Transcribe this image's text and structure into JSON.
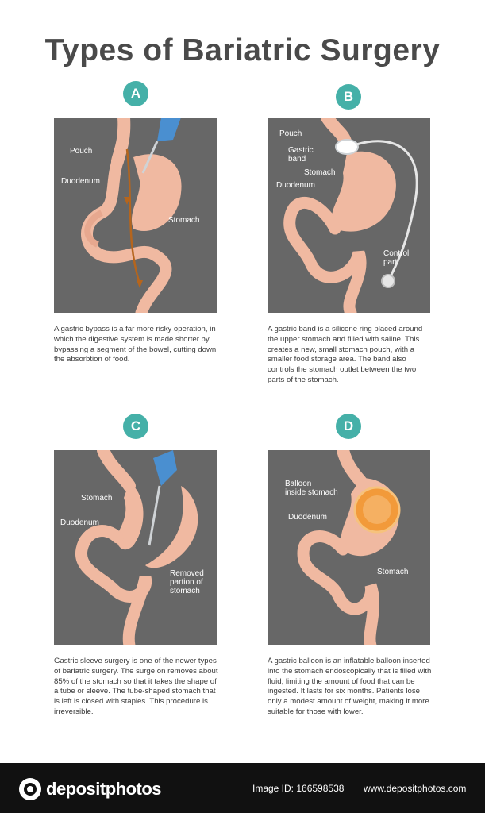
{
  "title": "Types of Bariatric Surgery",
  "colors": {
    "badge": "#45b0a8",
    "panel": "#676767",
    "tissue": "#f0b9a1",
    "glove": "#4a8fd0",
    "balloon": "#f29a3a"
  },
  "panels": [
    {
      "letter": "A",
      "labels": [
        "Pouch",
        "Duodenum",
        "Stomach"
      ],
      "description": "A gastric bypass is a far more risky operation, in which the digestive system is made shorter by bypassing a segment of the bowel, cutting down the absorbtion of food."
    },
    {
      "letter": "B",
      "labels": [
        "Pouch",
        "Gastric\nband",
        "Stomach",
        "Duodenum",
        "Control\npart"
      ],
      "description": "A gastric band is a silicone ring placed around the upper stomach and filled with saline. This creates a new, small stomach pouch, with a smaller food storage area. The band also controls the stomach outlet between the two parts of the stomach."
    },
    {
      "letter": "C",
      "labels": [
        "Stomach",
        "Duodenum",
        "Removed\npartion of\nstomach"
      ],
      "description": "Gastric sleeve surgery is one of the newer types of bariatric surgery. The surge on removes about 85% of the stomach so that it takes the shape of a tube or sleeve. The tube-shaped stomach that is left is closed with staples. This procedure is irreversible."
    },
    {
      "letter": "D",
      "labels": [
        "Balloon\ninside stomach",
        "Duodenum",
        "Stomach"
      ],
      "description": "A gastric balloon is an inflatable balloon inserted into the stomach endoscopically that is filled with fluid, limiting the amount of food that can be ingested. It lasts for six months. Patients lose only a modest amount of weight, making it more suitable for those with lower."
    }
  ],
  "footer": {
    "brand": "depositphotos",
    "image_id": "Image ID: 166598538",
    "site": "www.depositphotos.com"
  }
}
